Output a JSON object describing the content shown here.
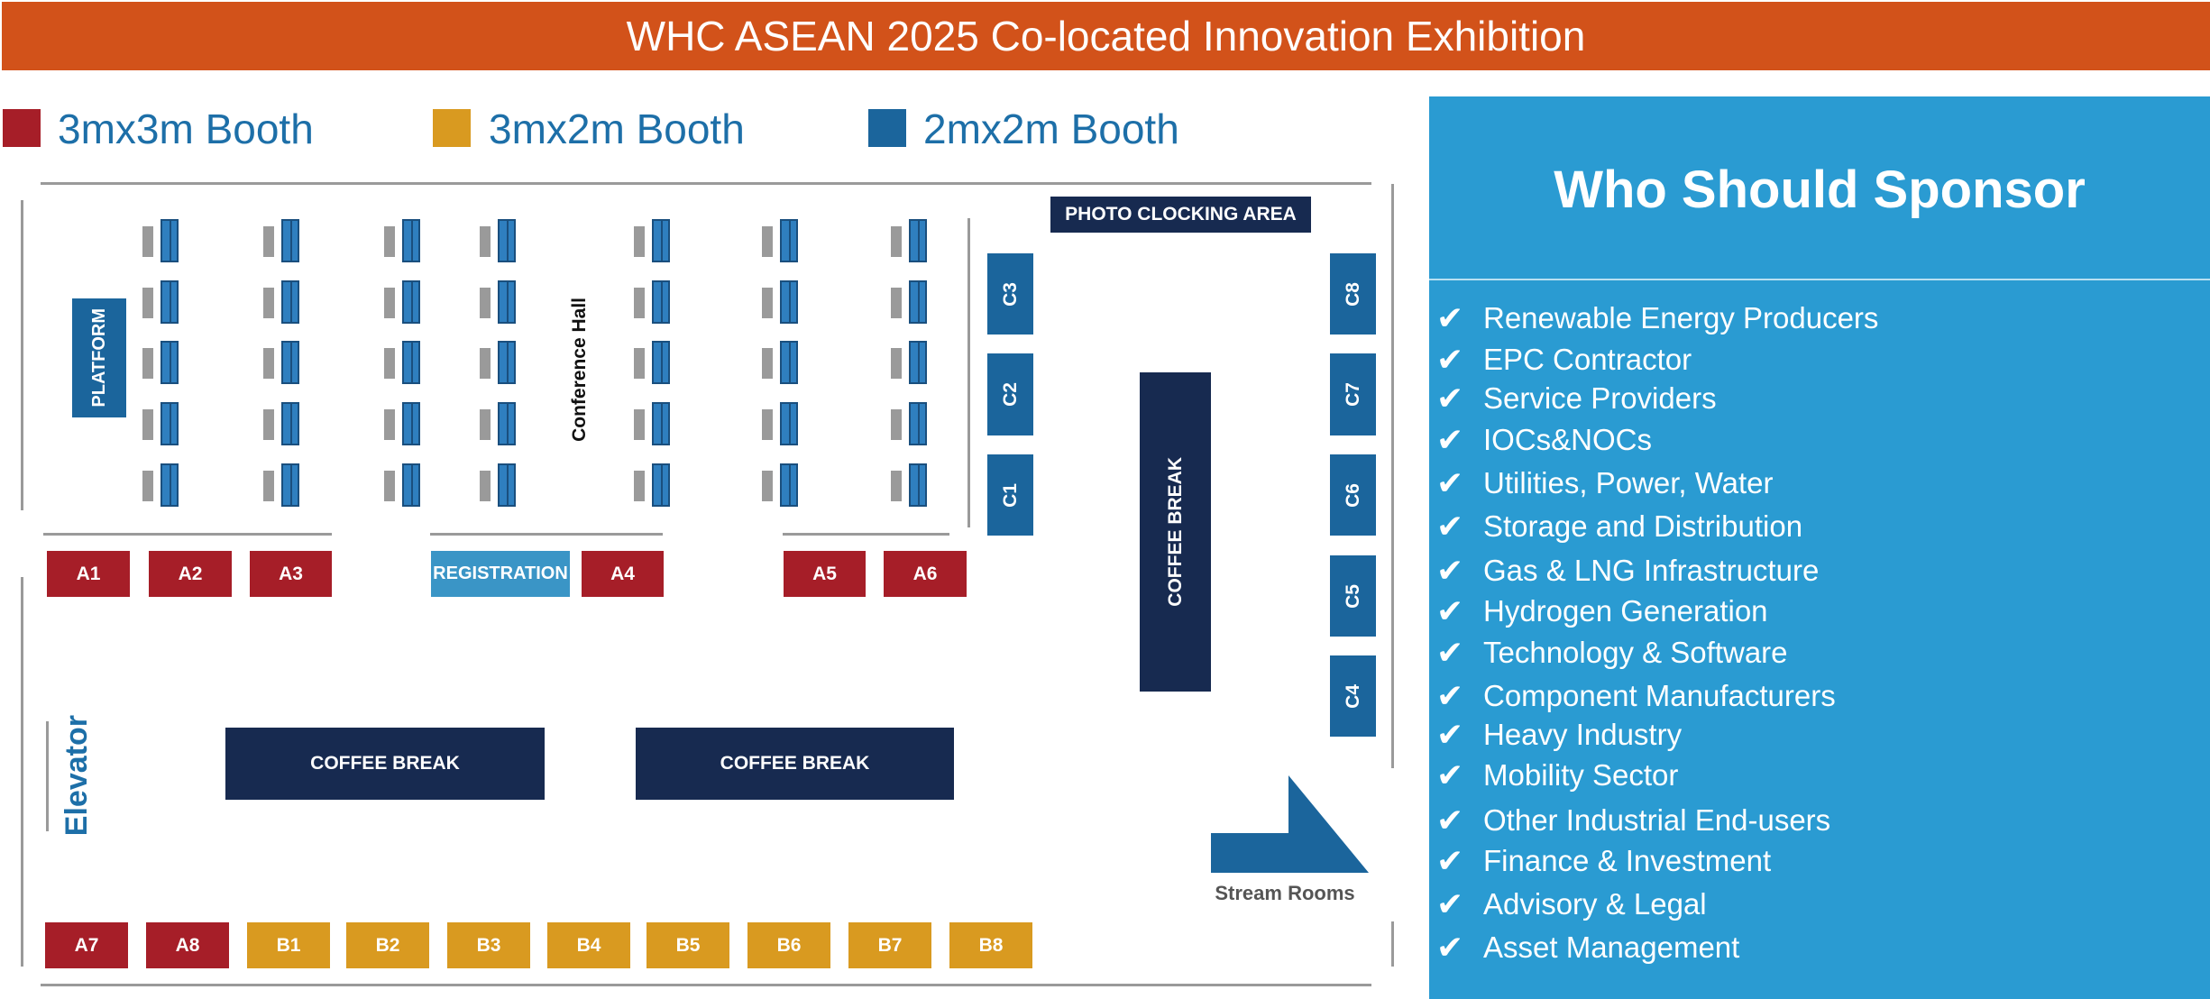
{
  "title": "WHC ASEAN 2025 Co-located Innovation Exhibition",
  "colors": {
    "title_bar": "#d2521a",
    "booth_3x3": "#a61e28",
    "booth_3x2": "#d99a20",
    "booth_2x2": "#1b659c",
    "dark_navy": "#172a50",
    "sponsor_panel": "#2a9bd2",
    "registration": "#3a95c6"
  },
  "legend": [
    {
      "label": "3mx3m Booth",
      "color": "#a61e28"
    },
    {
      "label": "3mx2m Booth",
      "color": "#d99a20"
    },
    {
      "label": "2mx2m Booth",
      "color": "#1b659c"
    }
  ],
  "floor": {
    "platform": "PLATFORM",
    "conference_hall": "Conference Hall",
    "photo_area": "PHOTO CLOCKING AREA",
    "registration": "REGISTRATION",
    "coffee_break": "COFFEE BREAK",
    "elevator": "Elevator",
    "stream_rooms": "Stream Rooms",
    "booths_a": [
      "A1",
      "A2",
      "A3",
      "A4",
      "A5",
      "A6",
      "A7",
      "A8"
    ],
    "booths_b": [
      "B1",
      "B2",
      "B3",
      "B4",
      "B5",
      "B6",
      "B7",
      "B8"
    ],
    "booths_c": [
      "C1",
      "C2",
      "C3",
      "C4",
      "C5",
      "C6",
      "C7",
      "C8"
    ]
  },
  "sponsor": {
    "title": "Who Should Sponsor",
    "check": "✔",
    "items": [
      "Renewable Energy Producers",
      "EPC Contractor",
      "Service Providers",
      "IOCs&NOCs",
      "Utilities, Power, Water",
      "Storage and Distribution",
      "Gas & LNG Infrastructure",
      "Hydrogen Generation",
      "Technology & Software",
      "Component Manufacturers",
      "Heavy Industry",
      "Mobility Sector",
      "Other Industrial End-users",
      "Finance & Investment",
      "Advisory & Legal",
      "Asset Management"
    ]
  }
}
